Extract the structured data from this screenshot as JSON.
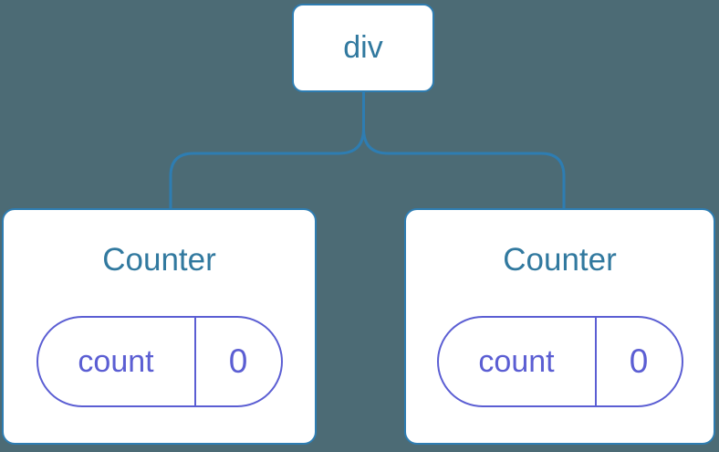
{
  "diagram": {
    "root": {
      "label": "div"
    },
    "children": [
      {
        "title": "Counter",
        "state": {
          "key": "count",
          "value": "0"
        }
      },
      {
        "title": "Counter",
        "state": {
          "key": "count",
          "value": "0"
        }
      }
    ]
  },
  "colors": {
    "background": "#4C6B75",
    "node_bg": "#FFFFFF",
    "tree_line": "#2E7DB2",
    "node_text": "#31799F",
    "state_accent": "#5B5ED3"
  }
}
